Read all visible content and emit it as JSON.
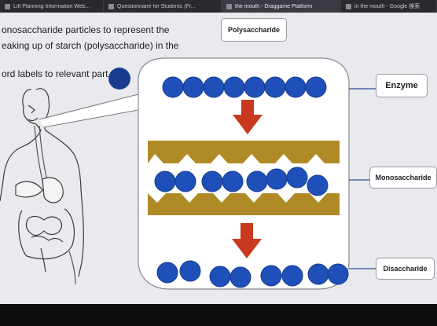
{
  "browser": {
    "tabs": [
      {
        "label": "Lift Planning Information Web..."
      },
      {
        "label": "Questionnaire for Students (Fr..."
      },
      {
        "label": "the mouth - Draggame Platform"
      },
      {
        "label": "in the mouth - Google 検索"
      }
    ]
  },
  "activity": {
    "instruction_lines": [
      "onosaccharide particles to represent the",
      "eaking up of starch (polysaccharide) in the",
      "ord labels to relevant part."
    ]
  },
  "labels": {
    "polysaccharide": "Polysaccharide",
    "enzyme": "Enzyme",
    "monosaccharide": "Monosaccharide",
    "disaccharide": "Disaccharide"
  },
  "colors": {
    "particle": "#1f4fb8",
    "token": "#1a3c8f",
    "enzyme": "#b08a26",
    "arrow": "#c8391f"
  },
  "icons": {
    "draggable_token": "circle-token",
    "arrow": "arrow-down-icon",
    "figure": "digestive-system-outline"
  }
}
